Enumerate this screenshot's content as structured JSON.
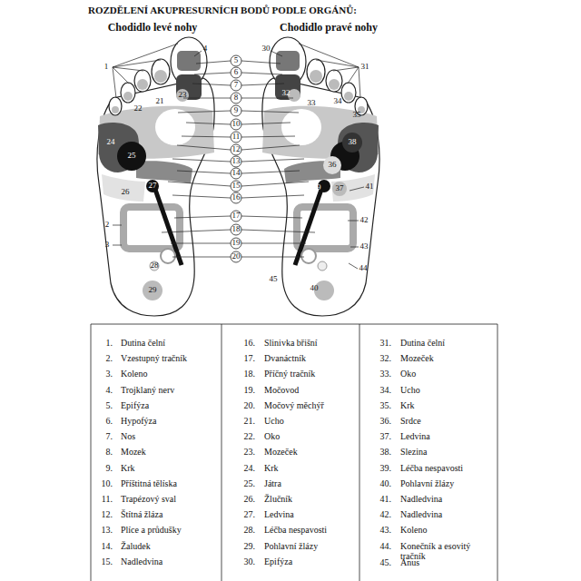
{
  "diagram": {
    "title": "ROZDĚLENÍ AKUPRESURNÍCH BODŮ PODLE ORGÁNŮ:",
    "labels": [
      "Chodidlo levé nohy",
      "Chodidlo pravé nohy",
      "1",
      "2",
      "3",
      "4",
      "5",
      "6",
      "7",
      "8",
      "9",
      "10",
      "11",
      "12",
      "13",
      "14",
      "15",
      "16",
      "17",
      "18",
      "19",
      "20",
      "21",
      "22",
      "23",
      "24",
      "25",
      "26",
      "27",
      "28",
      "29",
      "30",
      "31",
      "32",
      "33",
      "34",
      "35",
      "36",
      "37",
      "38",
      "39",
      "40",
      "41",
      "42",
      "43",
      "44",
      "45",
      "1.",
      "Dutina čelní",
      "2.",
      "Vzestupný tračník",
      "3.",
      "Koleno",
      "4.",
      "Trojklaný nerv",
      "5.",
      "Epifýza",
      "6.",
      "Hypofýza",
      "7.",
      "Nos",
      "8.",
      "Mozek",
      "9.",
      "Krk",
      "10.",
      "Příštitná tělíska",
      "11.",
      "Trapézový sval",
      "12.",
      "Štítná žláza",
      "13.",
      "Plíce a průdušky",
      "14.",
      "Žaludek",
      "15.",
      "Nadledvina",
      "16.",
      "Slinivka břišní",
      "17.",
      "Dvanáctník",
      "18.",
      "Příčný tračník",
      "19.",
      "Močovod",
      "20.",
      "Močový měchýř",
      "21.",
      "Ucho",
      "22.",
      "Oko",
      "23.",
      "Mozeček",
      "24.",
      "Krk",
      "25.",
      "Játra",
      "26.",
      "Žlučník",
      "27.",
      "Ledvina",
      "28.",
      "Léčba nespavosti",
      "29.",
      "Pohlavní žlázy",
      "30.",
      "Epifýza",
      "31.",
      "Dutina čelní",
      "32.",
      "Mozeček",
      "33.",
      "Oko",
      "34.",
      "Ucho",
      "35.",
      "Krk",
      "36.",
      "Srdce",
      "37.",
      "Ledvina",
      "38.",
      "Slezina",
      "39.",
      "Léčba nespavosti",
      "40.",
      "Pohlavní žlázy",
      "41.",
      "Nadledvina",
      "42.",
      "Nadledvina",
      "43.",
      "Koleno",
      "44.",
      "Konečník a esovitý tračník",
      "45.",
      "Anus"
    ]
  }
}
